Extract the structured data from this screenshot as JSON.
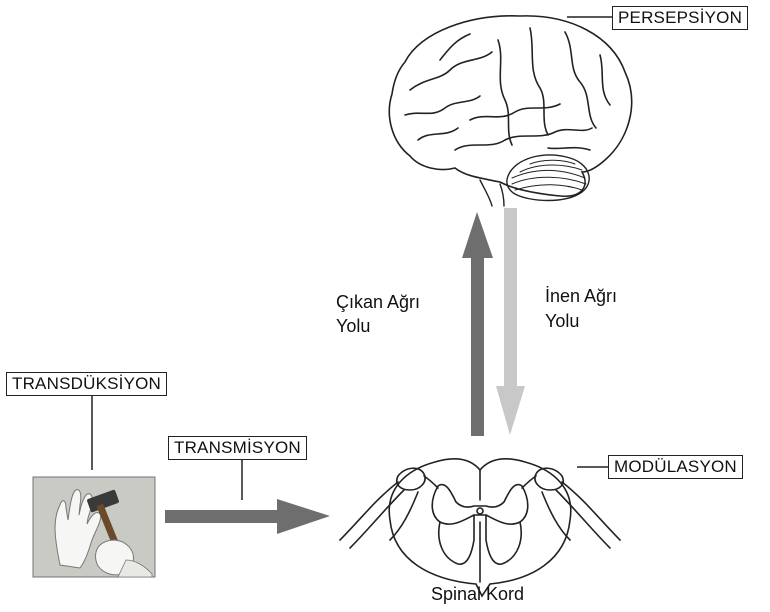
{
  "labels": {
    "perception": "PERSEPSİYON",
    "transduction": "TRANSDÜKSİYON",
    "transmission": "TRANSMİSYON",
    "modulation": "MODÜLASYON",
    "ascending_line1": "Çıkan Ağrı",
    "ascending_line2": "Yolu",
    "descending_line1": "İnen Ağrı",
    "descending_line2": "Yolu",
    "spinal_cord": "Spinal Kord"
  },
  "colors": {
    "ascending_arrow": "#6e6e6e",
    "descending_arrow": "#c8c8c8",
    "transmission_arrow": "#6e6e6e",
    "line": "#222222"
  },
  "icons": [
    "brain-illustration",
    "spinal-cord-cross-section",
    "hand-hammer-photo"
  ]
}
